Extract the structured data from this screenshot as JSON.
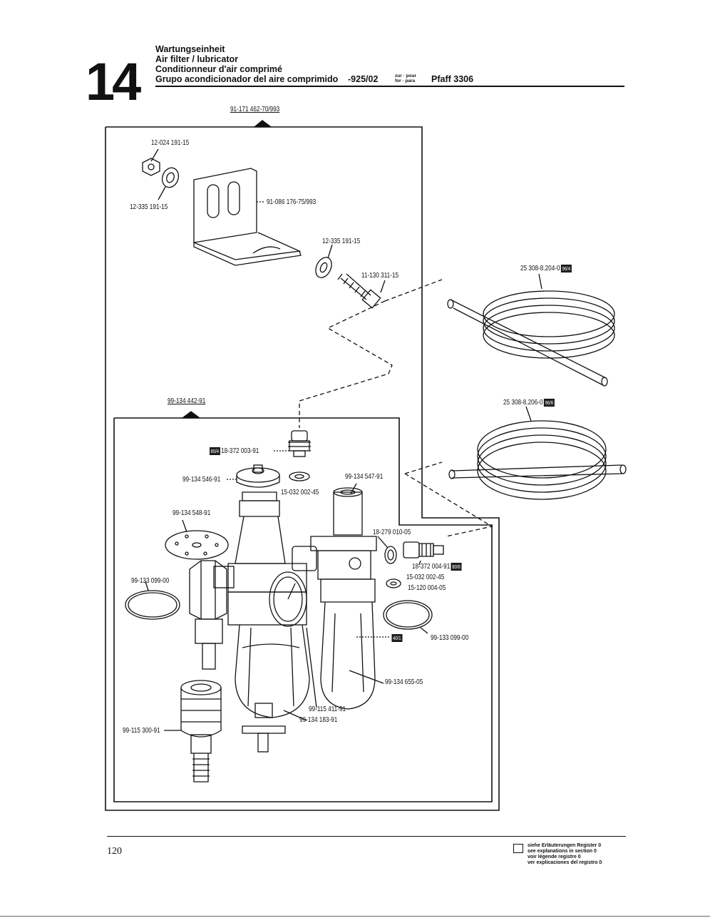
{
  "header": {
    "section_number": "14",
    "titles": [
      "Wartungseinheit",
      "Air filter / lubricator",
      "Conditionneur d'air comprimé",
      "Grupo acondicionador del aire comprimido"
    ],
    "model_code": "-925/02",
    "zur_pour": "zur · pour",
    "for_para": "for · para",
    "machine": "Pfaff 3306"
  },
  "parts": {
    "outer_assembly": "91-171 462-70/993",
    "nut": "12-024 191-15",
    "washer_top": "12-335 191-15",
    "bracket": "91-086 176-75/993",
    "washer_mid": "12-335 191-15",
    "screw": "11-130 311-15",
    "hose_1": "25 308-8.204-0",
    "hose_1_ref": "96/4",
    "hose_2": "25 308-8.206-0",
    "hose_2_ref": "96/6",
    "inner_assembly": "99-134 442-91",
    "fitting_ref": "80/4",
    "fitting": "18-372 003-91",
    "knob": "99-134 546-91",
    "seal_knob": "15-032 002-45",
    "lubricator_cap": "99-134 547-91",
    "diaphragm": "99-134 548-91",
    "oring_small": "18-279 010-05",
    "oring_left": "99-133 099-00",
    "fitting_right": "18-372 004-91",
    "fitting_right_ref": "80/6",
    "seal_right": "15-032 002-45",
    "ring_right": "15-120 004-05",
    "bowl_ref": "40/1",
    "oring_right": "99-133 099-00",
    "bowl_lubricator": "99-134 655-05",
    "gauge": "99-115 411-91",
    "drain": "99-134 183-91",
    "coupling": "99-115 300-91"
  },
  "footer": {
    "page_number": "120",
    "legend": [
      "siehe Erläuterungen Register 0",
      "see explanations in section 0",
      "voir légende registre 0",
      "ver explicaciones del registro 0"
    ]
  }
}
